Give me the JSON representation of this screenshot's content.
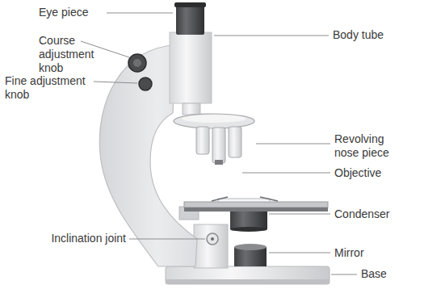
{
  "diagram": {
    "labels": [
      "Eye piece",
      "Course adjustment knob",
      "Fine adjustment knob",
      "Inclination joint",
      "Body tube",
      "Revolving nose piece",
      "Objective",
      "Condenser",
      "Mirror",
      "Base"
    ]
  }
}
